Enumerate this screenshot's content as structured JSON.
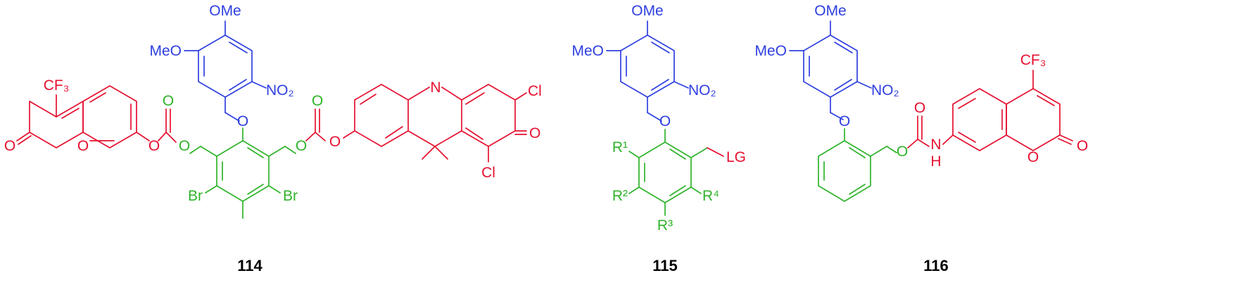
{
  "colors": {
    "blue": "#2e3fe0",
    "red": "#e5102f",
    "green": "#2fb42a",
    "black": "#000000"
  },
  "compounds": [
    {
      "number": "114",
      "atom_labels": {
        "ome_top": "OMe",
        "meo": "MeO",
        "no2": "NO₂",
        "o_ether": "O",
        "cf3": "CF₃",
        "o_ketone": "O",
        "o_ring": "O",
        "o_ester1": "O",
        "o_carbonyl1": "O",
        "o_link1": "O",
        "o_link2": "O",
        "o_carbonyl2": "O",
        "o_ester2": "O",
        "n_acridine": "N",
        "cl_top": "Cl",
        "o_ketone2": "O",
        "cl_bottom": "Cl",
        "br_left": "Br",
        "br_right": "Br"
      }
    },
    {
      "number": "115",
      "atom_labels": {
        "ome_top": "OMe",
        "meo": "MeO",
        "no2": "NO₂",
        "o_ether": "O",
        "lg": "LG",
        "r1": "R¹",
        "r2": "R²",
        "r3": "R³",
        "r4": "R⁴"
      }
    },
    {
      "number": "116",
      "atom_labels": {
        "ome_top": "OMe",
        "meo": "MeO",
        "no2": "NO₂",
        "o_ether": "O",
        "o_carbonyl": "O",
        "o_carbamate": "O",
        "nh": "N",
        "h": "H",
        "cf3": "CF₃",
        "o_ring": "O",
        "o_ketone": "O"
      }
    }
  ]
}
